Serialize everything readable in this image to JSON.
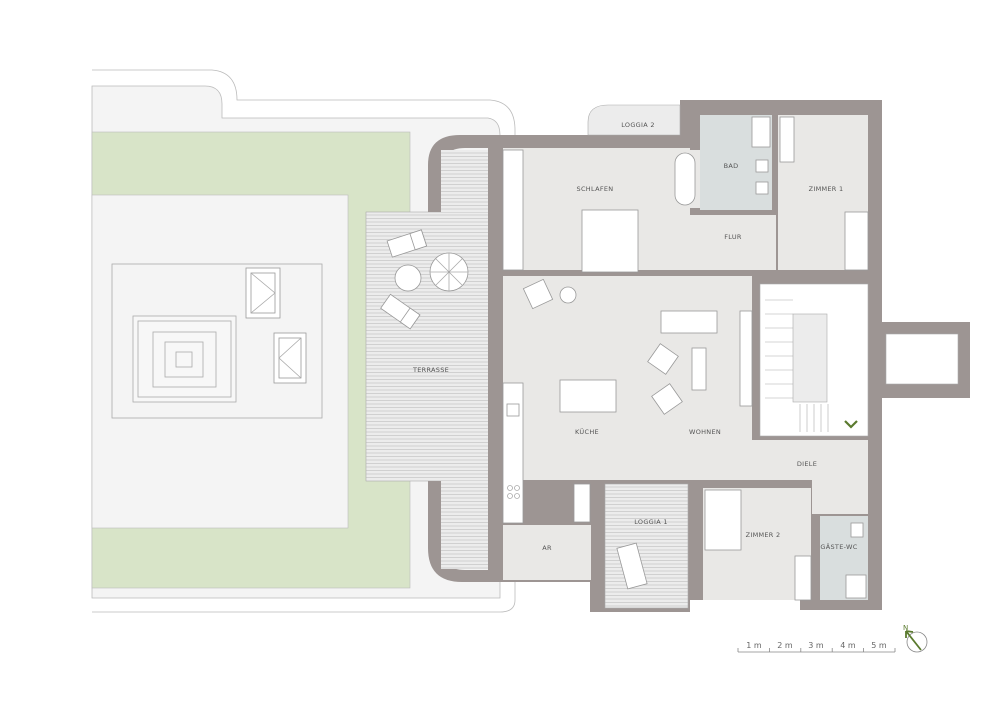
{
  "rooms": {
    "schlafen": "SCHLAFEN",
    "loggia2": "LOGGIA 2",
    "bad": "BAD",
    "zimmer1": "ZIMMER 1",
    "flur": "FLUR",
    "terrasse": "TERRASSE",
    "kueche": "KÜCHE",
    "wohnen": "WOHNEN",
    "diele": "DIELE",
    "loggia1": "LOGGIA 1",
    "ar": "AR",
    "zimmer2": "ZIMMER 2",
    "gaeste_wc": "GÄSTE-WC"
  },
  "scale_bar": {
    "labels": [
      "1 m",
      "2 m",
      "3 m",
      "4 m",
      "5 m"
    ]
  },
  "north_arrow": {
    "label": "N"
  },
  "colors": {
    "wall": "#9d9593",
    "floor": "#e9e8e6",
    "wet_room": "#d9dede",
    "garden": "#d8e4c8",
    "terrain": "#f4f4f4",
    "accent": "#5a7a2e"
  }
}
